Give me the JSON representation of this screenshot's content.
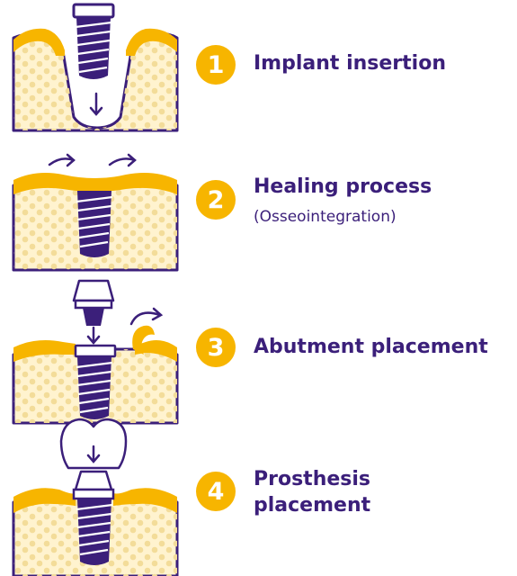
{
  "colors": {
    "accent_yellow": "#F7B500",
    "purple": "#3B1F7A",
    "bone_fill": "#FFF3CF",
    "bone_dots": "#F3DC99"
  },
  "steps": [
    {
      "number": "1",
      "title": "Implant insertion"
    },
    {
      "number": "2",
      "title": "Healing process",
      "subtitle": "(Osseointegration)"
    },
    {
      "number": "3",
      "title": "Abutment placement"
    },
    {
      "number": "4",
      "title_lines": [
        "Prosthesis",
        "placement"
      ]
    }
  ]
}
